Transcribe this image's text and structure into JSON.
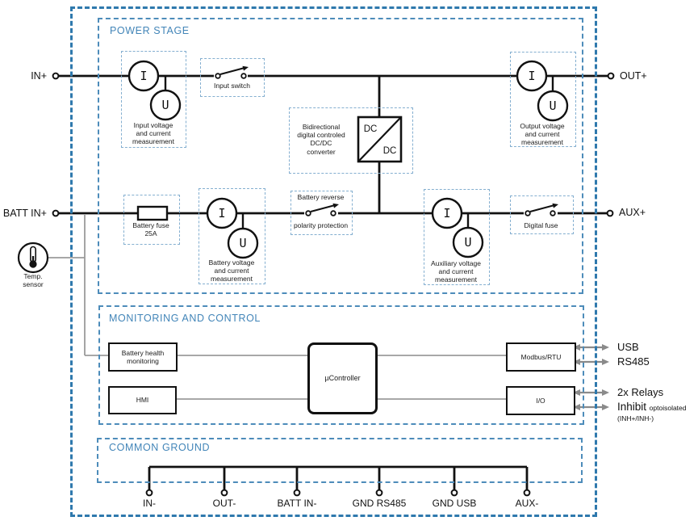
{
  "colors": {
    "header_blue": "#4285b8",
    "section_border_blue": "#4d8cba",
    "component_border_blue": "#84afd0",
    "outer_border_blue": "#2f79ad",
    "wire_gray": "#9b9b9b",
    "arrow_gray": "#8a8a8a",
    "line_black": "#111111"
  },
  "icons": {
    "temp_sensor": "thermometer-icon",
    "switch": "switch-lever-icon",
    "fuse": "fuse-rect-icon",
    "meters": "circle-meter-icon"
  },
  "power_stage": {
    "title": "POWER STAGE",
    "terminal_in": "IN+",
    "terminal_out": "OUT+",
    "terminal_batt": "BATT IN+",
    "terminal_aux": "AUX+",
    "meters": {
      "current": "I",
      "voltage": "U"
    },
    "input_meas": "Input voltage\nand current\nmeasurement",
    "input_switch": "Input switch",
    "converter": "Bidirectional\ndigital controled\nDC/DC\nconverter",
    "dc_top": "DC",
    "dc_bottom": "DC",
    "output_meas": "Output voltage\nand current\nmeasurement",
    "battery_fuse": "Battery fuse\n25A",
    "battery_meas": "Battery voltage\nand current\nmeasurement",
    "reverse_top": "Battery reverse",
    "reverse_bottom": "polarity protection",
    "aux_meas": "Auxiliary voltage\nand current\nmeasurement",
    "digital_fuse": "Digital fuse",
    "temp_sensor": "Temp.\nsensor"
  },
  "monitoring": {
    "title": "MONITORING AND CONTROL",
    "battery_health": "Battery health\nmonitoring",
    "hmi": "HMI",
    "controller": "µController",
    "modbus": "Modbus/RTU",
    "io": "I/O",
    "port_usb": "USB",
    "port_rs485": "RS485",
    "port_relays": "2x Relays",
    "port_inhibit": "Inhibit",
    "inhibit_note": "optoisolated",
    "inhibit_sub": "(INH+/INH-)"
  },
  "common_ground": {
    "title": "COMMON GROUND",
    "terminals": [
      "IN-",
      "OUT-",
      "BATT IN-",
      "GND RS485",
      "GND USB",
      "AUX-"
    ]
  }
}
